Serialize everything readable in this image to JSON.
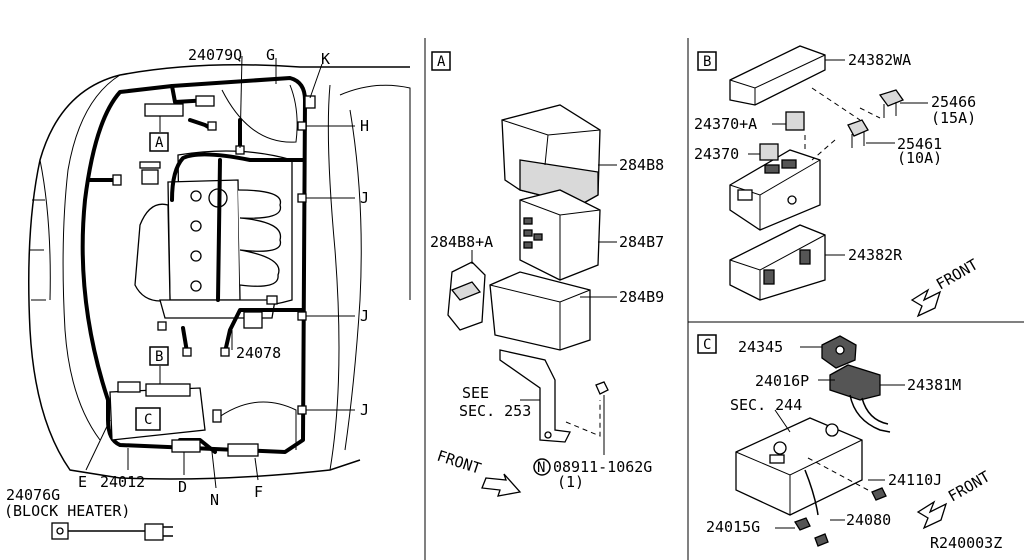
{
  "engine_bay": {
    "labels": {
      "p24079q": "24079Q",
      "g": "G",
      "k": "K",
      "h": "H",
      "j1": "J",
      "j2": "J",
      "j3": "J",
      "a": "A",
      "b": "B",
      "c": "C",
      "p24078": "24078",
      "e": "E",
      "p24012": "24012",
      "d": "D",
      "n": "N",
      "f": "F",
      "p24076g": "24076G",
      "block_heater": "(BLOCK HEATER)"
    }
  },
  "panel_a": {
    "tag": "A",
    "labels": {
      "p284b8": "284B8",
      "p284b8a": "284B8+A",
      "p284b7": "284B7",
      "p284b9": "284B9",
      "see": "SEE",
      "sec253": "SEC. 253",
      "n_circle": "N",
      "p08911": "08911-1062G",
      "qty": "(1)",
      "front": "FRONT"
    }
  },
  "panel_b": {
    "tag": "B",
    "labels": {
      "p24382wa": "24382WA",
      "p25466": "25466",
      "a15": "(15A)",
      "p24370a": "24370+A",
      "p25461": "25461",
      "a10": "(10A)",
      "p24370": "24370",
      "p24382r": "24382R",
      "front": "FRONT"
    }
  },
  "panel_c": {
    "tag": "C",
    "labels": {
      "p24345": "24345",
      "p24016p": "24016P",
      "p24381m": "24381M",
      "sec244": "SEC. 244",
      "p24110j": "24110J",
      "p24015g": "24015G",
      "p24080": "24080"
    }
  },
  "footer": {
    "ref": "R240003Z"
  }
}
